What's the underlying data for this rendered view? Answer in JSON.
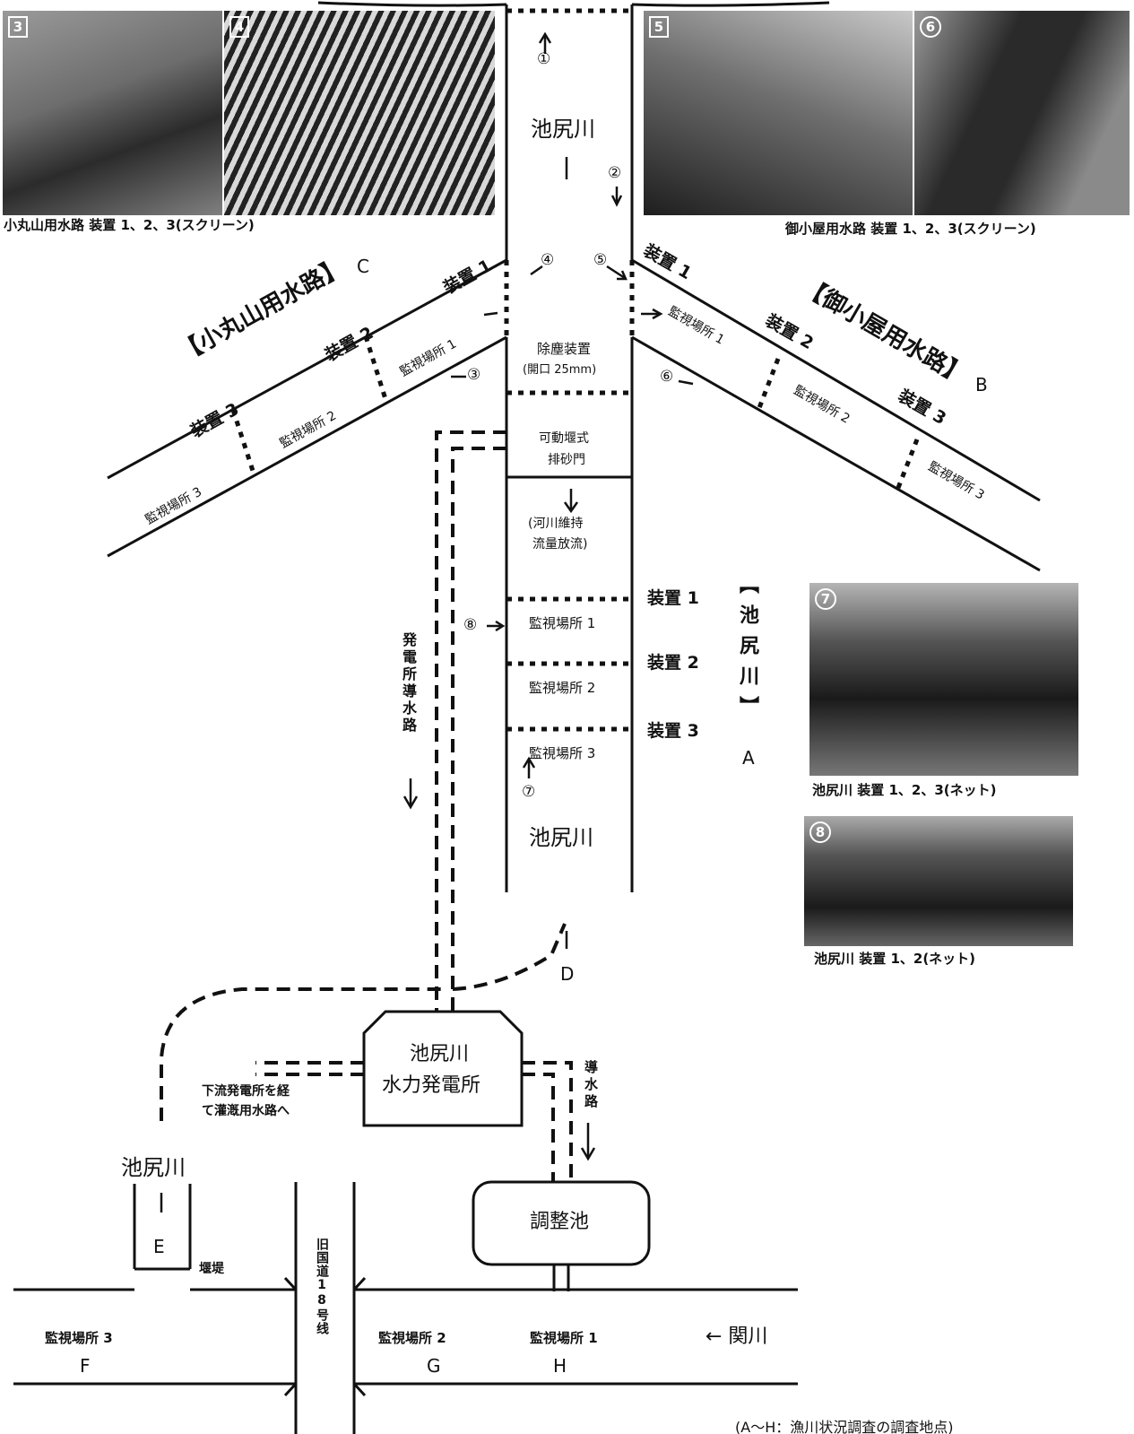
{
  "main_river": {
    "name_top": "池尻川",
    "dust_device": "除塵装置",
    "dust_device_opening": "(開口 25mm)",
    "sand_gate_1": "可動堰式",
    "sand_gate_2": "排砂門",
    "maintenance_flow_1": "(河川維持",
    "maintenance_flow_2": "流量放流)",
    "title": "【池尻川】",
    "letter": "A",
    "name_bottom": "池尻川",
    "devices": [
      "装置 1",
      "装置 2",
      "装置 3"
    ],
    "sites": [
      "監視場所 1",
      "監視場所 2",
      "監視場所 3"
    ]
  },
  "canal_c": {
    "title": "【小丸山用水路】",
    "letter": "C",
    "devices": [
      "装置 1",
      "装置 2",
      "装置 3"
    ],
    "sites": [
      "監視場所 1",
      "監視場所 2",
      "監視場所 3"
    ]
  },
  "canal_b": {
    "title": "【御小屋用水路】",
    "letter": "B",
    "devices": [
      "装置 1",
      "装置 2",
      "装置 3"
    ],
    "sites": [
      "監視場所 1",
      "監視場所 2",
      "監視場所 3"
    ]
  },
  "markers": [
    "①",
    "②",
    "③",
    "④",
    "⑤",
    "⑥",
    "⑦",
    "⑧"
  ],
  "headrace": {
    "label": "発電所導水路"
  },
  "point_d": "D",
  "power_plant": {
    "line1": "池尻川",
    "line2": "水力発電所"
  },
  "downstream_note": {
    "line1": "下流発電所を経",
    "line2": "て灌漑用水路へ"
  },
  "penstock": {
    "label": "導水路"
  },
  "regulating_pond": "調整池",
  "lower_river": {
    "ikejiri": "池尻川",
    "point_e": "E",
    "weir": "堰堤",
    "route18": "旧国道18号线",
    "seki_river": "← 関川",
    "sites": [
      {
        "label": "監視場所 3",
        "letter": "F"
      },
      {
        "label": "監視場所 2",
        "letter": "G"
      },
      {
        "label": "監視場所 1",
        "letter": "H"
      }
    ]
  },
  "photos": [
    {
      "num": "3",
      "caption": ""
    },
    {
      "num": "4",
      "caption": "小丸山用水路 装置 1、2、3(スクリーン)"
    },
    {
      "num": "5",
      "caption": ""
    },
    {
      "num": "6",
      "caption": "御小屋用水路 装置 1、2、3(スクリーン)"
    },
    {
      "num": "7",
      "caption": "池尻川 装置 1、2、3(ネット)"
    },
    {
      "num": "8",
      "caption": "池尻川 装置 1、2(ネット)"
    }
  ],
  "footer_note": "(A～H：漁川状況調査の調査地点)"
}
